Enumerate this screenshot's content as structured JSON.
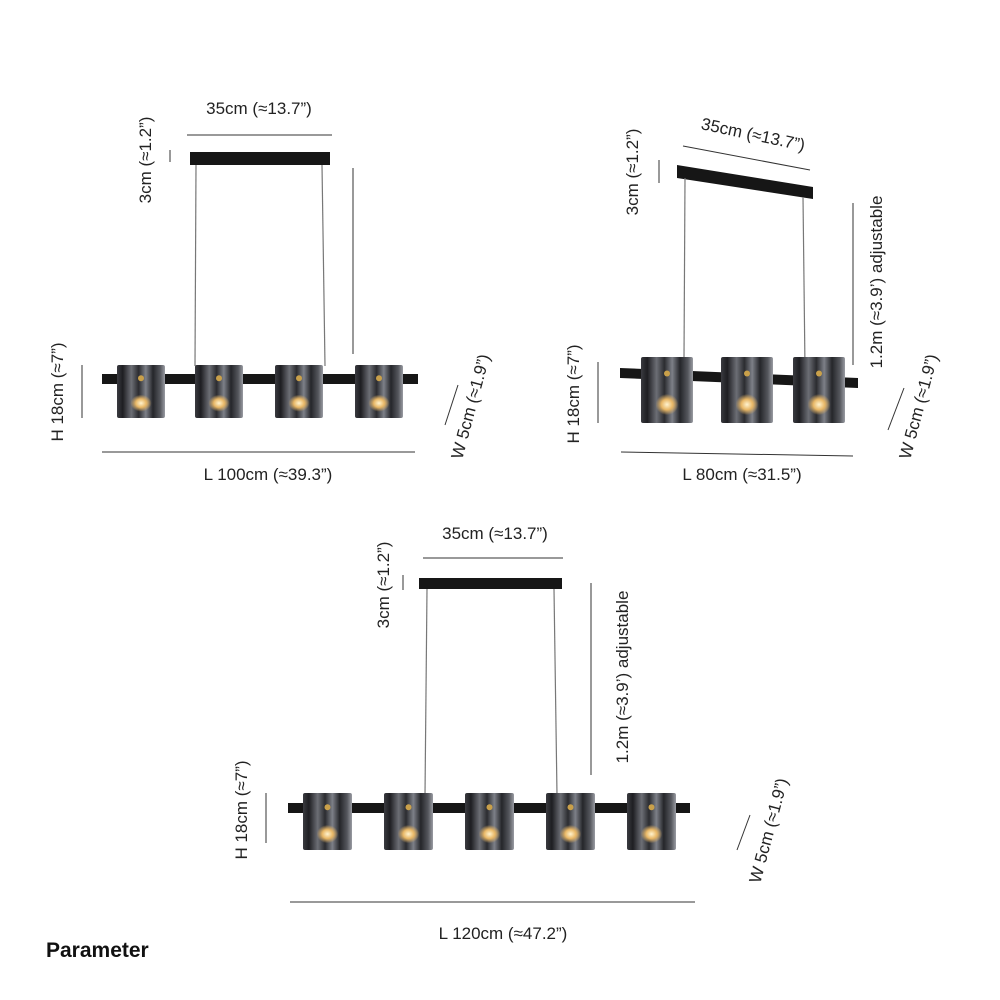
{
  "colors": {
    "frame": "#161616",
    "shade_dark": "#2a2a2e",
    "shade_light": "#8a8d94",
    "brass": "#c9a04a",
    "glow": "#ffd68a"
  },
  "diagrams": [
    {
      "name": "100cm",
      "canopy": "35cm (≈13.7”)",
      "canopy_height": "3cm (≈1.2”)",
      "height": "H 18cm (≈7”)",
      "width": "W 5cm (≈1.9”)",
      "length": "L 100cm (≈39.3”)",
      "lamps": 4
    },
    {
      "name": "80cm",
      "canopy": "35cm (≈13.7”)",
      "canopy_height": "3cm (≈1.2”)",
      "cable": "1.2m (≈3.9’) adjustable",
      "height": "H 18cm (≈7”)",
      "width": "W 5cm (≈1.9”)",
      "length": "L 80cm (≈31.5”)",
      "lamps": 3
    },
    {
      "name": "120cm",
      "canopy": "35cm (≈13.7”)",
      "canopy_height": "3cm (≈1.2”)",
      "cable": "1.2m (≈3.9’) adjustable",
      "height": "H 18cm (≈7”)",
      "width": "W 5cm (≈1.9”)",
      "length": "L 120cm (≈47.2”)",
      "lamps": 5
    }
  ],
  "footer": {
    "title": "Parameter"
  }
}
